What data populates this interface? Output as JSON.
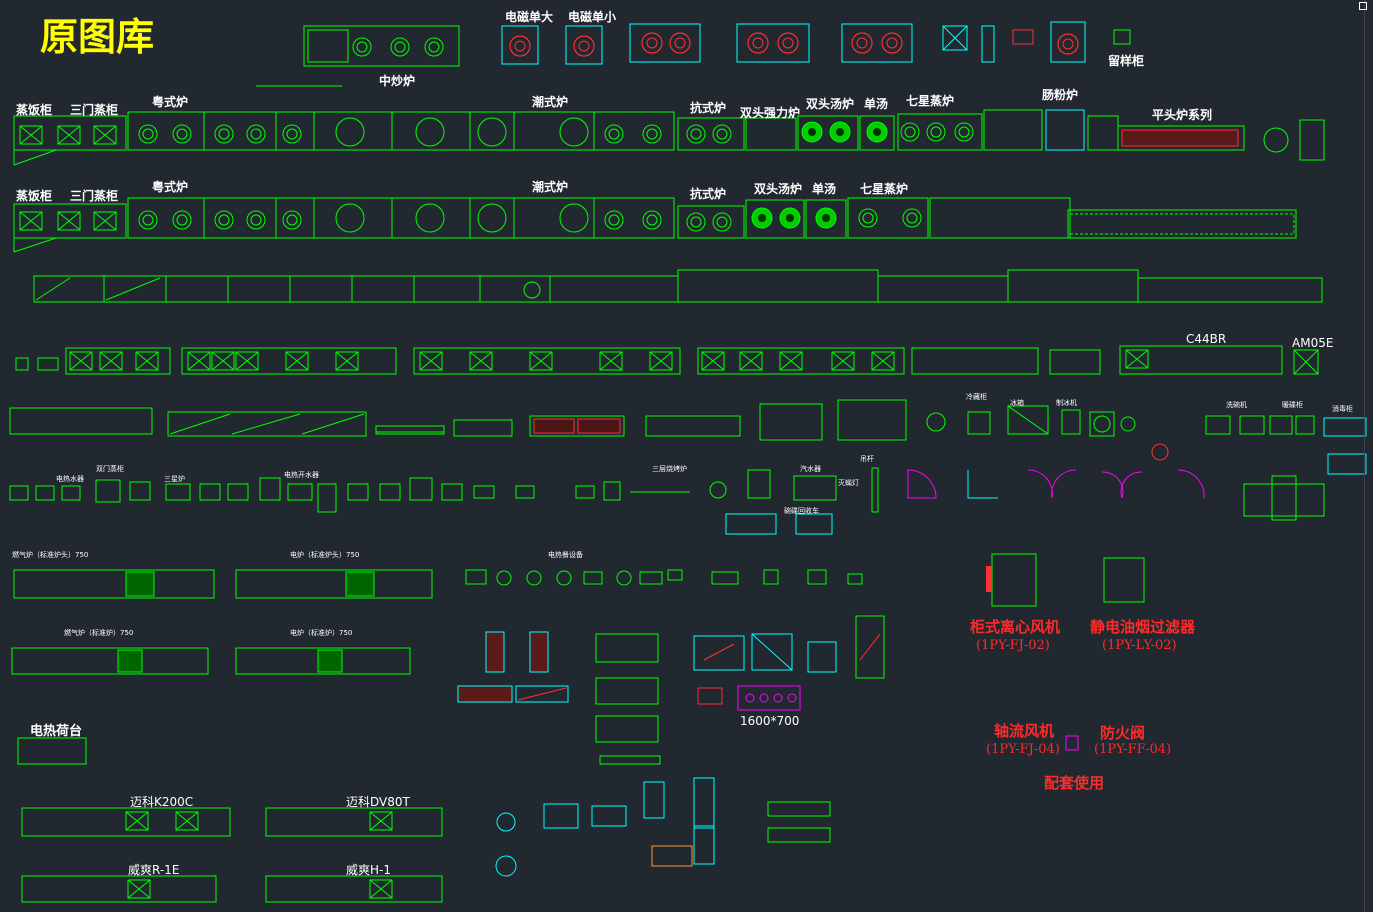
{
  "title": "原图库",
  "labels": {
    "l1": "电磁单大",
    "l2": "电磁单小",
    "l3": "中炒炉",
    "l4": "留样柜",
    "l5": "蒸饭柜",
    "l6": "三门蒸柜",
    "l7": "粤式炉",
    "l8": "潮式炉",
    "l9": "抗式炉",
    "l10": "双头强力炉",
    "l11": "双头汤炉",
    "l12": "单汤",
    "l13": "七星蒸炉",
    "l14": "肠粉炉",
    "l15": "平头炉系列",
    "l16": "蒸饭柜",
    "l17": "三门蒸柜",
    "l18": "粤式炉",
    "l19": "潮式炉",
    "l20": "抗式炉",
    "l21": "双头汤炉",
    "l22": "单汤",
    "l23": "七星蒸炉",
    "l24": "C44BR",
    "l25": "AM05E",
    "l26": "1600*700",
    "l27": "电热荷台",
    "l28": "迈科K200C",
    "l29": "迈科DV80T",
    "l30": "威爽R-1E",
    "l31": "威爽H-1",
    "l32": "柜式离心风机",
    "l33": "(1PY-FJ-02)",
    "l34": "静电油烟过滤器",
    "l35": "(1PY-LY-02)",
    "l36": "轴流风机",
    "l37": "(1PY-FJ-04)",
    "l38": "防火阀",
    "l39": "(1PY-FF-04)",
    "l40": "配套使用",
    "s1": "燃气炉（标准炉头）750",
    "s2": "电炉（标准炉头）750",
    "s3": "燃气炉（标准炉）750",
    "s4": "电炉（标准炉）750",
    "s5": "电热餐设备",
    "s6": "电热水器",
    "s7": "双门蒸柜",
    "s8": "三星炉",
    "s9": "三层烧烤炉",
    "s10": "碗碟回收车",
    "s11": "汽水器",
    "s12": "灭蝇灯",
    "s13": "吊杆",
    "s14": "电热开水器",
    "s15": "冰箱",
    "s16": "制冰机",
    "s17": "洗碗机",
    "s18": "暖碟柜",
    "s19": "消毒柜",
    "s20": "冷藏柜"
  }
}
